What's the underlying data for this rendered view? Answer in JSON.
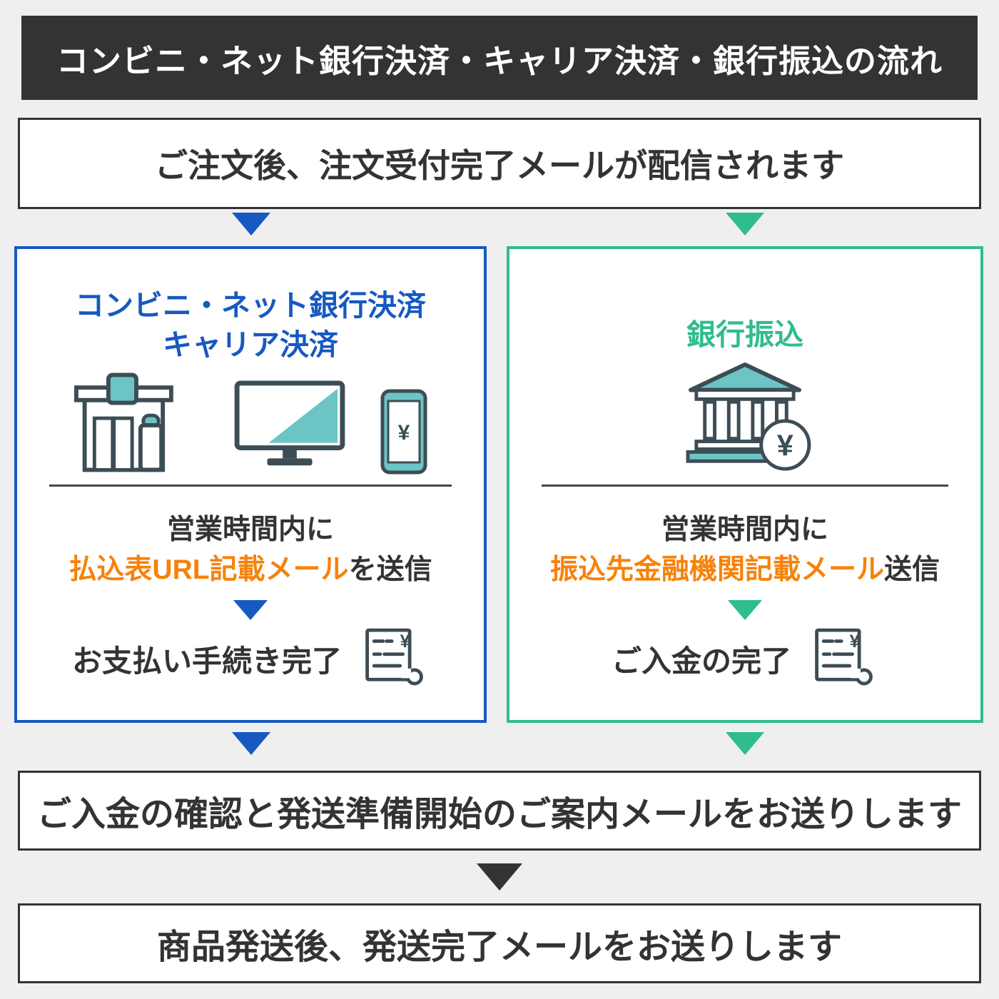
{
  "header": {
    "title": "コンビニ・ネット銀行決済・キャリア決済・銀行振込の流れ"
  },
  "steps": {
    "order_confirmation": "ご注文後、注文受付完了メールが配信されます",
    "payment_confirmation": "ご入金の確認と発送準備開始のご案内メールをお送りします",
    "shipping_complete": "商品発送後、発送完了メールをお送りします"
  },
  "left_panel": {
    "title_line1": "コンビニ・ネット銀行決済",
    "title_line2": "キャリア決済",
    "timing": "営業時間内に",
    "mail_highlight": "払込表URL記載メール",
    "mail_suffix": "を送信",
    "complete": "お支払い手続き完了"
  },
  "right_panel": {
    "title": "銀行振込",
    "timing": "営業時間内に",
    "mail_highlight": "振込先金融機関記載メール",
    "mail_suffix": "送信",
    "complete": "ご入金の完了"
  },
  "icons": {
    "yen": "¥"
  },
  "colors": {
    "banner_bg": "#333333",
    "box_border": "#333333",
    "blue": "#1659c0",
    "green": "#2fbd8b",
    "orange": "#f7820a",
    "teal": "#6cc5c4",
    "icon_stroke": "#3d4d55",
    "background": "#efefef"
  }
}
